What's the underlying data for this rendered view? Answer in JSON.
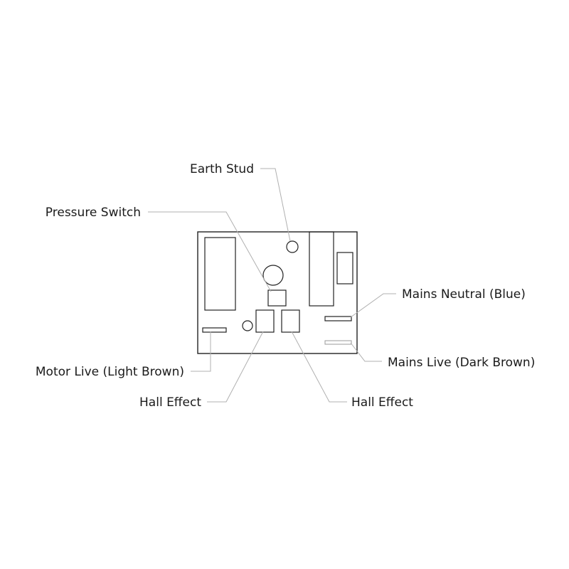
{
  "callouts": {
    "earth_stud": "Earth Stud",
    "pressure_switch": "Pressure Switch",
    "mains_neutral": "Mains Neutral (Blue)",
    "mains_live": "Mains Live (Dark Brown)",
    "motor_live": "Motor Live (Light Brown)",
    "hall_effect_left": "Hall Effect",
    "hall_effect_right": "Hall Effect"
  }
}
